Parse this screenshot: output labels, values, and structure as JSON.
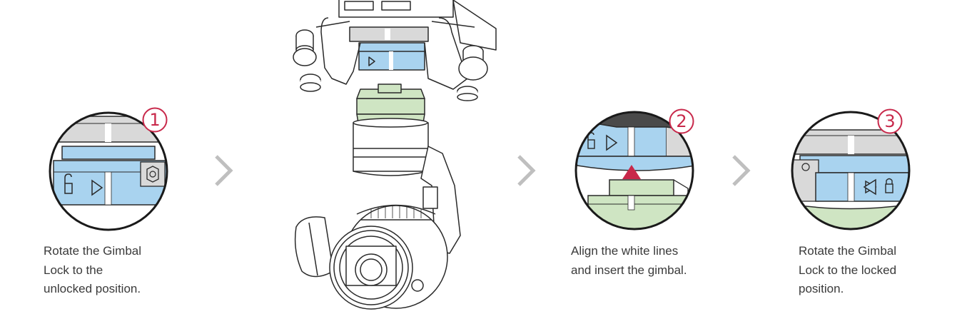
{
  "colors": {
    "accent": "#c8284a",
    "lock_blue": "#a9d3ef",
    "gimbal_green": "#cfe5c3",
    "line": "#2a2a2a",
    "arrow_gray": "#bfbfbf",
    "text": "#3a3a3a"
  },
  "steps": [
    {
      "number": "1",
      "caption": [
        "Rotate the Gimbal",
        "Lock to the",
        "unlocked position."
      ],
      "icon": "unlock-arrow-icon"
    },
    {
      "number": "2",
      "caption": [
        "Align the white lines",
        "and insert the gimbal."
      ],
      "icon": "alignment-triangle-icon"
    },
    {
      "number": "3",
      "caption": [
        "Rotate the Gimbal",
        "Lock to the locked",
        "position."
      ],
      "icon": "lock-arrow-icon"
    }
  ],
  "separators": [
    "chevron-right-icon",
    "chevron-right-icon",
    "chevron-right-icon"
  ]
}
